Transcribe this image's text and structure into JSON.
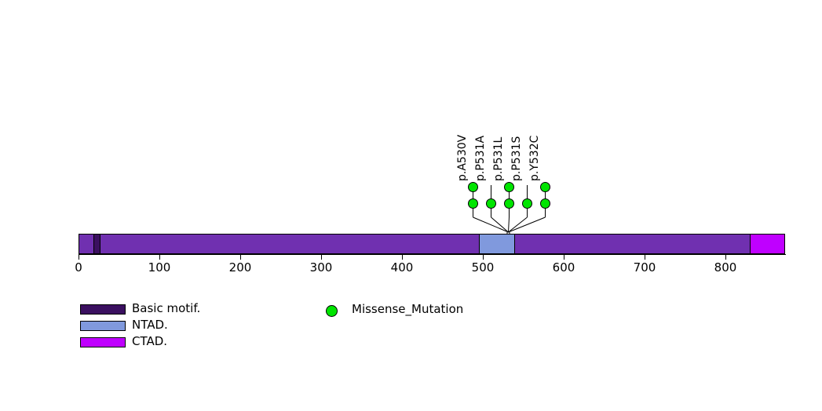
{
  "chart_data": {
    "type": "lollipop",
    "title": "",
    "xlabel": "",
    "ylabel": "",
    "xlim": [
      0,
      874
    ],
    "axis_ticks": [
      {
        "value": 0,
        "label": "0"
      },
      {
        "value": 100,
        "label": "100"
      },
      {
        "value": 200,
        "label": "200"
      },
      {
        "value": 300,
        "label": "300"
      },
      {
        "value": 400,
        "label": "400"
      },
      {
        "value": 500,
        "label": "500"
      },
      {
        "value": 600,
        "label": "600"
      },
      {
        "value": 700,
        "label": "700"
      },
      {
        "value": 800,
        "label": "800"
      }
    ],
    "protein_length": 874,
    "backbone_color": "#7030b0",
    "domains": [
      {
        "name": "Basic motif.",
        "color": "#3b1060",
        "start": 18,
        "end": 27
      },
      {
        "name": "NTAD.",
        "color": "#8099dd",
        "start": 495,
        "end": 540
      },
      {
        "name": "CTAD.",
        "color": "#bf00ff",
        "start": 830,
        "end": 874
      }
    ],
    "mutations": [
      {
        "label": "p.A530V",
        "position": 530,
        "count": 2,
        "type": "Missense_Mutation",
        "color": "#00e500"
      },
      {
        "label": "p.P531A",
        "position": 531,
        "count": 1,
        "type": "Missense_Mutation",
        "color": "#00e500"
      },
      {
        "label": "p.P531L",
        "position": 531,
        "count": 2,
        "type": "Missense_Mutation",
        "color": "#00e500"
      },
      {
        "label": "p.P531S",
        "position": 531,
        "count": 1,
        "type": "Missense_Mutation",
        "color": "#00e500"
      },
      {
        "label": "p.Y532C",
        "position": 532,
        "count": 2,
        "type": "Missense_Mutation",
        "color": "#00e500"
      }
    ]
  },
  "domain_legend": {
    "items": [
      {
        "label": "Basic motif.",
        "color": "#3b1060"
      },
      {
        "label": "NTAD.",
        "color": "#8099dd"
      },
      {
        "label": "CTAD.",
        "color": "#bf00ff"
      }
    ]
  },
  "mutation_legend": {
    "items": [
      {
        "label": "Missense_Mutation",
        "color": "#00e500",
        "icon": "circle-marker-icon"
      }
    ]
  }
}
